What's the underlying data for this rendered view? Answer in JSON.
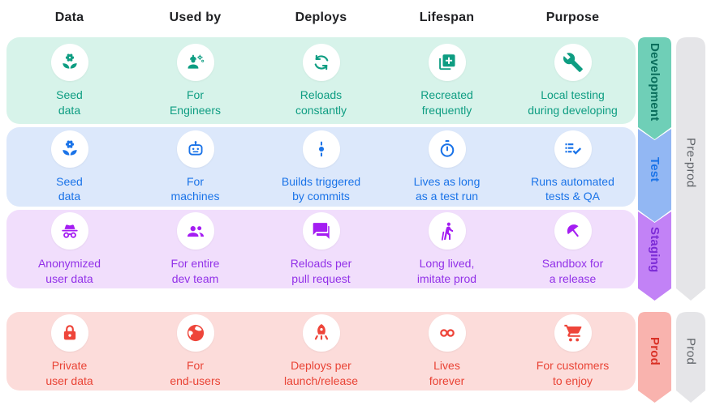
{
  "columns": [
    {
      "label": "Data"
    },
    {
      "label": "Used by"
    },
    {
      "label": "Deploys"
    },
    {
      "label": "Lifespan"
    },
    {
      "label": "Purpose"
    }
  ],
  "rows": [
    {
      "name": "development",
      "bg": "#d7f3ea",
      "fg": "#0e9d82",
      "icon_color": "#0e9d82",
      "arrow": {
        "label": "Development",
        "fill": "#6fcfb7",
        "text_color": "#0a6e5c"
      },
      "cells": [
        {
          "icon": "seed-icon",
          "lines": [
            "Seed",
            "data"
          ]
        },
        {
          "icon": "engineer-icon",
          "lines": [
            "For",
            "Engineers"
          ]
        },
        {
          "icon": "sync-icon",
          "lines": [
            "Reloads",
            "constantly"
          ]
        },
        {
          "icon": "library-add-icon",
          "lines": [
            "Recreated",
            "frequently"
          ]
        },
        {
          "icon": "wrench-icon",
          "lines": [
            "Local testing",
            "during developing"
          ]
        }
      ]
    },
    {
      "name": "test",
      "bg": "#dce8fb",
      "fg": "#1a73e8",
      "icon_color": "#1a73e8",
      "arrow": {
        "label": "Test",
        "fill": "#92b7f3",
        "text_color": "#1a73e8"
      },
      "cells": [
        {
          "icon": "seed-icon",
          "lines": [
            "Seed",
            "data"
          ]
        },
        {
          "icon": "robot-icon",
          "lines": [
            "For",
            "machines"
          ]
        },
        {
          "icon": "commit-icon",
          "lines": [
            "Builds triggered",
            "by commits"
          ]
        },
        {
          "icon": "timer-icon",
          "lines": [
            "Lives as long",
            "as a test run"
          ]
        },
        {
          "icon": "checklist-icon",
          "lines": [
            "Runs automated",
            "tests & QA"
          ]
        }
      ]
    },
    {
      "name": "staging",
      "bg": "#f1defc",
      "fg": "#9231e8",
      "icon_color": "#a41df2",
      "arrow": {
        "label": "Staging",
        "fill": "#c282f6",
        "text_color": "#7c2bd6"
      },
      "cells": [
        {
          "icon": "incognito-icon",
          "lines": [
            "Anonymized",
            "user data"
          ]
        },
        {
          "icon": "group-icon",
          "lines": [
            "For entire",
            "dev team"
          ]
        },
        {
          "icon": "forum-icon",
          "lines": [
            "Reloads per",
            "pull request"
          ]
        },
        {
          "icon": "hiking-icon",
          "lines": [
            "Long lived,",
            "imitate prod"
          ]
        },
        {
          "icon": "beach-umbrella-icon",
          "lines": [
            "Sandbox for",
            "a release"
          ]
        }
      ]
    },
    {
      "name": "prod",
      "bg": "#fcdcda",
      "fg": "#e94335",
      "icon_color": "#ee453a",
      "arrow": {
        "label": "Prod",
        "fill": "#f9b3ae",
        "text_color": "#d93025"
      },
      "cells": [
        {
          "icon": "lock-icon",
          "lines": [
            "Private",
            "user data"
          ]
        },
        {
          "icon": "globe-icon",
          "lines": [
            "For",
            "end-users"
          ]
        },
        {
          "icon": "rocket-icon",
          "lines": [
            "Deploys per",
            "launch/release"
          ]
        },
        {
          "icon": "infinity-icon",
          "lines": [
            "Lives",
            "forever"
          ]
        },
        {
          "icon": "cart-icon",
          "lines": [
            "For customers",
            "to enjoy"
          ]
        }
      ]
    }
  ],
  "brackets": [
    {
      "label": "Pre-prod",
      "fill": "#e5e5e8",
      "text_color": "#5f6368"
    },
    {
      "label": "Prod",
      "fill": "#e5e5e8",
      "text_color": "#5f6368"
    }
  ]
}
